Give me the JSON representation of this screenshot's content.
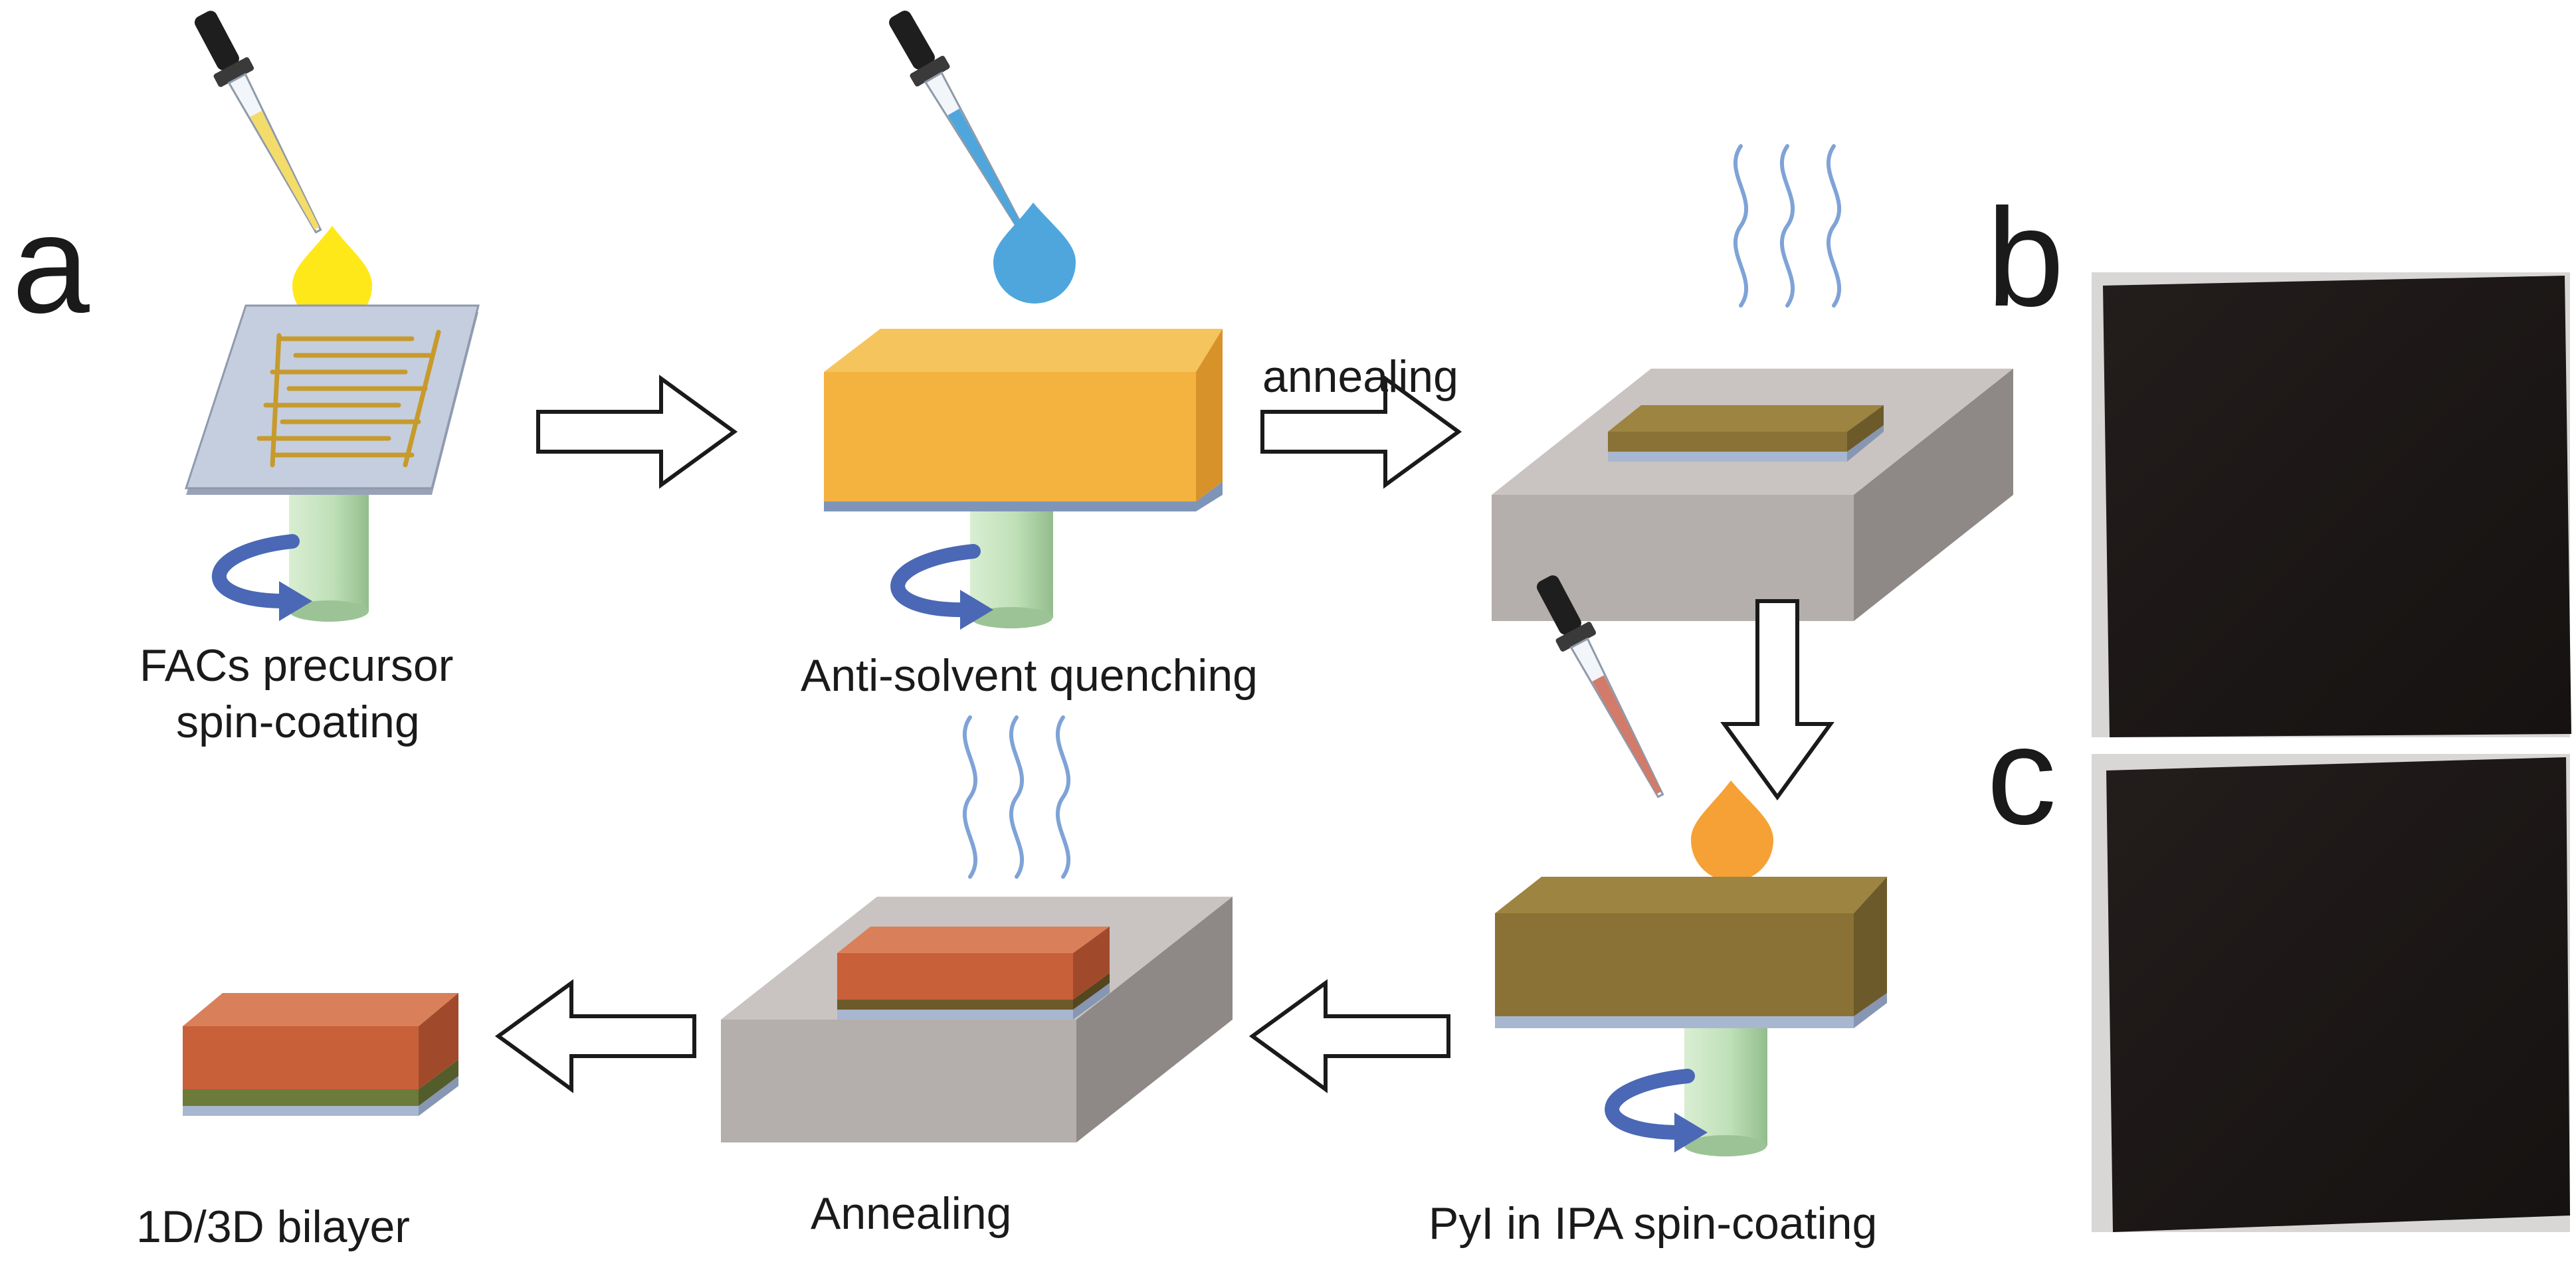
{
  "panel_labels": {
    "a": "a",
    "b": "b",
    "c": "c"
  },
  "steps": {
    "step1": {
      "line1": "FACs precursor",
      "line2": "spin-coating"
    },
    "step2": {
      "line1": "Anti-solvent quenching"
    },
    "step3": {
      "line1": "PyI in IPA spin-coating"
    },
    "step4": {
      "line1": "Annealing"
    },
    "step5": {
      "line1": "1D/3D bilayer"
    }
  },
  "arrow_labels": {
    "annealing": "annealing"
  },
  "colors": {
    "precursor_drop": "#ffe81a",
    "antisolvent_drop": "#4ea6dd",
    "pyi_drop": "#f6a135",
    "fto_substrate": "#b7c2d8",
    "interdigitated_electrode": "#c79a2c",
    "wet_film": "#f4b23f",
    "fa_perovskite_film": "#8a7236",
    "pyi_capped_film": "#c8603a",
    "hotplate": "#b4aeac",
    "spin_chuck": "#bfe0b8",
    "rotation_arrow": "#4a68b5",
    "heat_lines": "#7fa3d6",
    "photo_film": "#1b1716"
  },
  "icons": [
    "pipette-icon",
    "droplet-icon",
    "rotation-arrow-icon",
    "heat-waves-icon",
    "block-arrow-icon",
    "hotplate-icon",
    "spin-chuck-icon"
  ]
}
